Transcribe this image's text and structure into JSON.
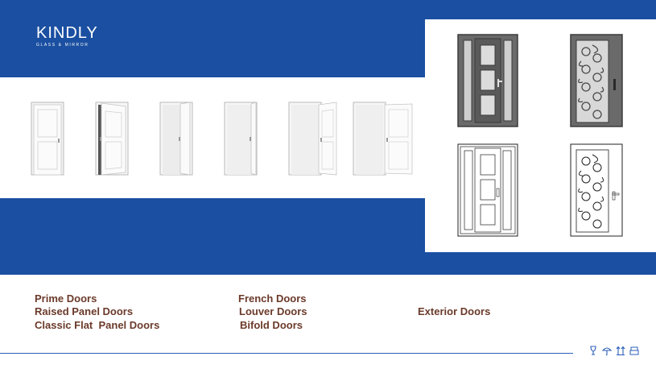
{
  "brand": {
    "name": "KINDLY",
    "tagline": "GLASS & MIRROR"
  },
  "products": {
    "col1": [
      "Prime Doors",
      "Raised Panel Doors",
      "Classic Flat  Panel Doors"
    ],
    "col2": [
      "French Doors",
      "Louver Doors",
      "Bifold Doors"
    ],
    "col3": [
      "Exterior Doors"
    ]
  },
  "colors": {
    "band": "#1b4fa1",
    "product_text": "#6b3a2a",
    "footer_line": "#2b5fb8"
  },
  "footer_icons": [
    "wine-glass-icon",
    "umbrella-icon",
    "this-way-up-icon",
    "stack-icon"
  ]
}
